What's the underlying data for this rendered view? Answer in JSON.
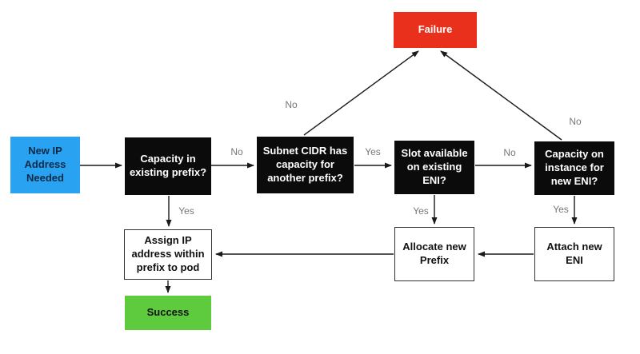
{
  "diagram": {
    "type": "flowchart",
    "colors": {
      "start_fill": "#2aa2f2",
      "start_text": "#0e2a47",
      "decision_fill": "#0b0b0b",
      "decision_text": "#ffffff",
      "process_fill": "#ffffff",
      "process_border": "#333333",
      "failure_fill": "#e8301d",
      "success_fill": "#5ecb3e",
      "arrow_color": "#1a1a1a",
      "edge_label_color": "#777777"
    },
    "nodes": {
      "start": {
        "label": "New IP Address Needed",
        "type": "start"
      },
      "capacity_existing_prefix": {
        "label": "Capacity in existing prefix?",
        "type": "decision"
      },
      "subnet_cidr_capacity": {
        "label": "Subnet CIDR has capacity for another prefix?",
        "type": "decision"
      },
      "slot_available_eni": {
        "label": "Slot available on existing ENI?",
        "type": "decision"
      },
      "capacity_new_eni": {
        "label": "Capacity on instance for new ENI?",
        "type": "decision"
      },
      "failure": {
        "label": "Failure",
        "type": "terminal-failure"
      },
      "assign_ip": {
        "label": "Assign IP address within prefix to pod",
        "type": "process"
      },
      "allocate_prefix": {
        "label": "Allocate new Prefix",
        "type": "process"
      },
      "attach_eni": {
        "label": "Attach new ENI",
        "type": "process"
      },
      "success": {
        "label": "Success",
        "type": "terminal-success"
      }
    },
    "edges": [
      {
        "from": "start",
        "to": "capacity_existing_prefix",
        "label": ""
      },
      {
        "from": "capacity_existing_prefix",
        "to": "subnet_cidr_capacity",
        "label": "No"
      },
      {
        "from": "capacity_existing_prefix",
        "to": "assign_ip",
        "label": "Yes"
      },
      {
        "from": "subnet_cidr_capacity",
        "to": "failure",
        "label": "No"
      },
      {
        "from": "subnet_cidr_capacity",
        "to": "slot_available_eni",
        "label": "Yes"
      },
      {
        "from": "slot_available_eni",
        "to": "capacity_new_eni",
        "label": "No"
      },
      {
        "from": "slot_available_eni",
        "to": "allocate_prefix",
        "label": "Yes"
      },
      {
        "from": "capacity_new_eni",
        "to": "failure",
        "label": "No"
      },
      {
        "from": "capacity_new_eni",
        "to": "attach_eni",
        "label": "Yes"
      },
      {
        "from": "attach_eni",
        "to": "allocate_prefix",
        "label": ""
      },
      {
        "from": "allocate_prefix",
        "to": "assign_ip",
        "label": ""
      },
      {
        "from": "assign_ip",
        "to": "success",
        "label": ""
      }
    ]
  }
}
